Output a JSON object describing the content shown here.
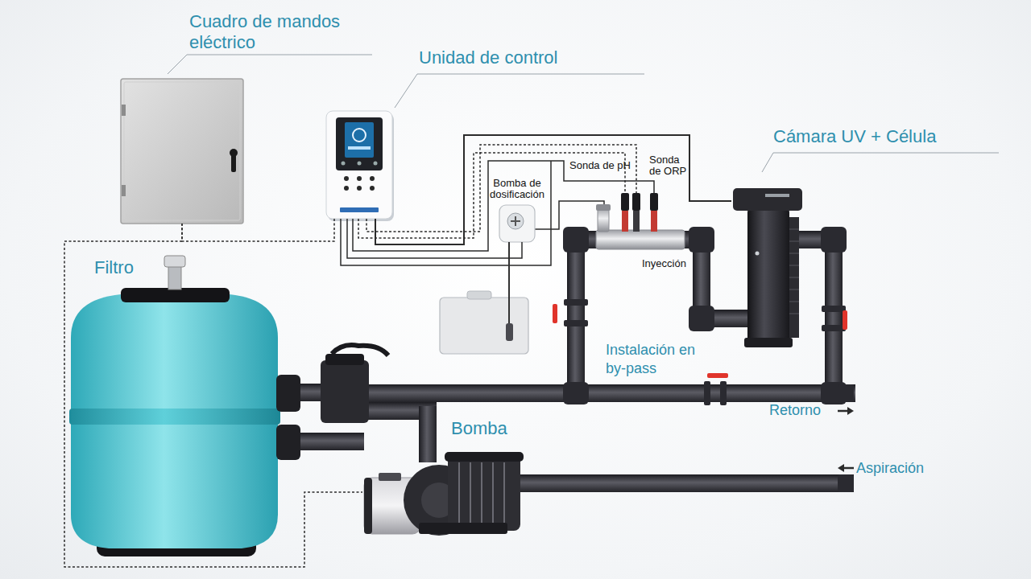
{
  "diagram": {
    "nodes": [
      {
        "text": [
          "Cuadro de mandos eléctrico"
        ]
      },
      {
        "text": [
          "Unidad de control"
        ]
      },
      {
        "text": [
          "Cámara UV + Célula"
        ]
      },
      {
        "text": [
          "Bomba de dosificación"
        ]
      },
      {
        "text": [
          "Filtro"
        ]
      },
      {
        "text": [
          "Bomba"
        ]
      }
    ],
    "edges": [
      {
        "from": 1,
        "to": 0,
        "arrow": "none"
      },
      {
        "from": 0,
        "to": 5,
        "arrow": "none"
      },
      {
        "from": 1,
        "to": 2,
        "arrow": "none"
      },
      {
        "from": 1,
        "to": 3,
        "arrow": "none"
      }
    ],
    "labels": [
      "Sonda de pH",
      "Sonda de ORP",
      "Inyección",
      "Instalación en by-pass",
      "Retorno",
      "Aspiración"
    ]
  }
}
